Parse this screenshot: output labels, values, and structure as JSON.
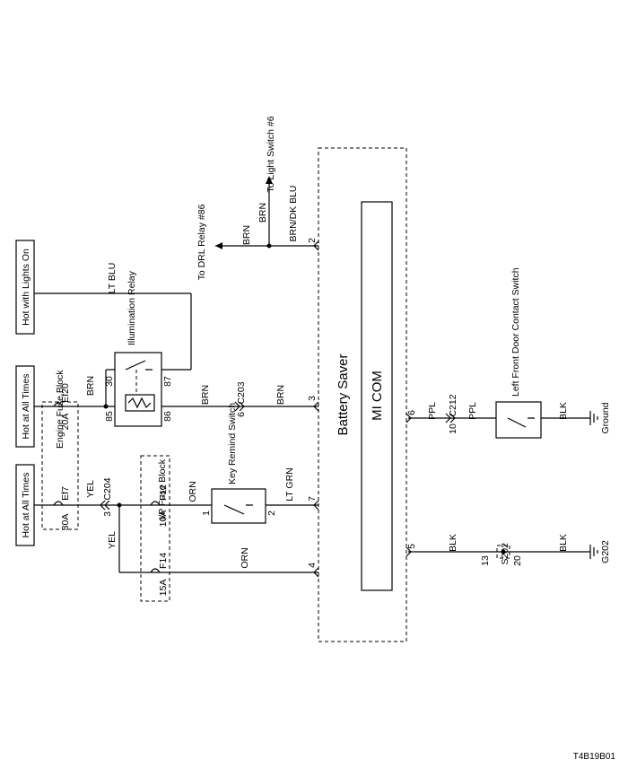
{
  "diagram": {
    "power_labels": {
      "hot_all_times_1": "Hot at All Times",
      "hot_all_times_2": "Hot at All Times",
      "hot_lights_on": "Hot with Lights On"
    },
    "engine_fuse_block": {
      "label": "Engine Fuse Block",
      "fuse_ef7_amp": "30A",
      "fuse_ef7_name": "Ef7",
      "fuse_ef20_amp": "20A",
      "fuse_ef20_name": "Ef20"
    },
    "ip_fuse_block": {
      "label": "I/P Fuse Block",
      "fuse_f12_amp": "10A",
      "fuse_f12_name": "F12",
      "fuse_f14_amp": "15A",
      "fuse_f14_name": "F14"
    },
    "illumination_relay": {
      "label": "Illumination Relay",
      "pin_30": "30",
      "pin_85": "85",
      "pin_86": "86",
      "pin_87": "87"
    },
    "key_remind_switch": {
      "label": "Key Remind Switch",
      "pin_1": "1",
      "pin_2": "2"
    },
    "door_switch": {
      "label": "Left Front Door Contact Switch"
    },
    "module": {
      "outer": "Battery Saver",
      "inner": "MI COM"
    },
    "module_pins": {
      "p2": "2",
      "p3": "3",
      "p4": "4",
      "p5": "5",
      "p6": "6",
      "p7": "7"
    },
    "connectors": {
      "c204": "C204",
      "c204_pin": "3",
      "c203": "C203",
      "c203_pin": "6",
      "c212": "C212",
      "c212_pin": "10",
      "s202": "S202",
      "s202_pin13": "13",
      "s202_pin20": "20"
    },
    "wires": {
      "yel_1": "YEL",
      "yel_2": "YEL",
      "brn_relay": "BRN",
      "brn_86": "BRN",
      "brn_c203": "BRN",
      "brn_drl": "BRN",
      "brn_up": "BRN",
      "brn_dk_blu": "BRN/DK BLU",
      "lt_blu": "LT BLU",
      "orn_1": "ORN",
      "orn_2": "ORN",
      "lt_grn": "LT GRN",
      "ppl_1": "PPL",
      "ppl_2": "PPL",
      "blk_1": "BLK",
      "blk_2": "BLK",
      "blk_3": "BLK"
    },
    "destinations": {
      "drl_relay": "To DRL Relay #86",
      "light_switch": "To Light Switch #6"
    },
    "grounds": {
      "ground": "Ground",
      "g202": "G202"
    },
    "footer_code": "T4B19B01"
  }
}
